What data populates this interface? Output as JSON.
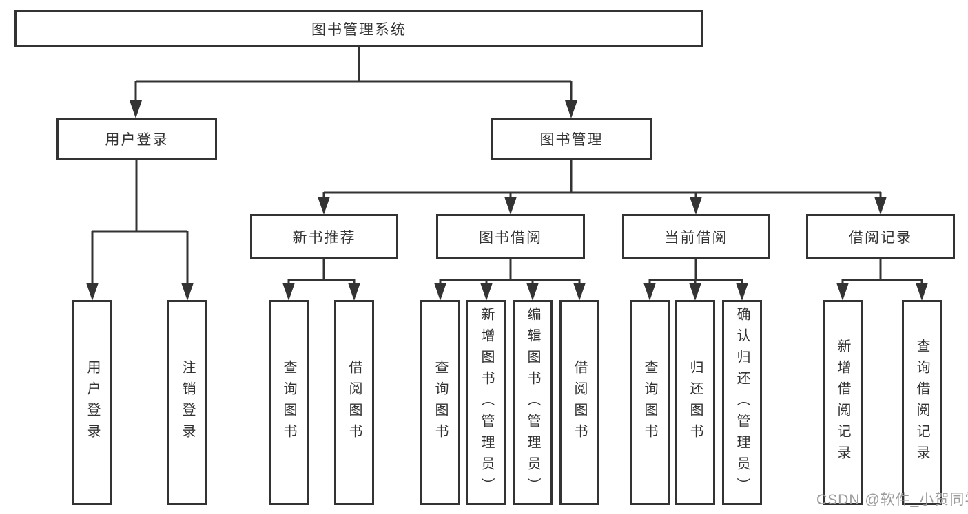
{
  "colors": {
    "background": "#ffffff",
    "line": "#333333",
    "text": "#333333",
    "watermark": "#9b9b9b"
  },
  "watermark": {
    "text": "CSDN @软件_小贺同学"
  },
  "tree": {
    "root": {
      "label": "图书管理系统"
    },
    "branches": [
      {
        "label": "用户登录",
        "children": [
          {
            "label": "用户登录"
          },
          {
            "label": "注销登录"
          }
        ]
      },
      {
        "label": "图书管理",
        "children": [
          {
            "label": "新书推荐",
            "children": [
              {
                "label": "查询图书"
              },
              {
                "label": "借阅图书"
              }
            ]
          },
          {
            "label": "图书借阅",
            "children": [
              {
                "label": "查询图书"
              },
              {
                "label": "新增图书（管理员）"
              },
              {
                "label": "编辑图书（管理员）"
              },
              {
                "label": "借阅图书"
              }
            ]
          },
          {
            "label": "当前借阅",
            "children": [
              {
                "label": "查询图书"
              },
              {
                "label": "归还图书"
              },
              {
                "label": "确认归还（管理员）"
              }
            ]
          },
          {
            "label": "借阅记录",
            "children": [
              {
                "label": "新增借阅记录"
              },
              {
                "label": "查询借阅记录"
              }
            ]
          }
        ]
      }
    ]
  }
}
